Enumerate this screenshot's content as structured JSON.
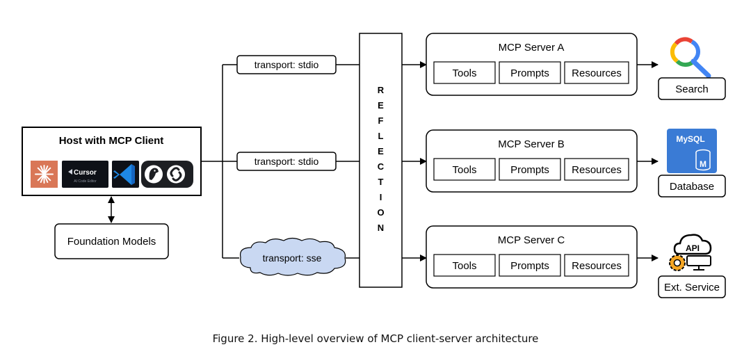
{
  "host": {
    "title": "Host with MCP Client",
    "logos": [
      {
        "name": "claude-logo",
        "color": "#d97757"
      },
      {
        "name": "cursor-logo",
        "label": "Cursor",
        "sublabel": "AI Code Editor",
        "color": "#0e1117"
      },
      {
        "name": "vscode-logo",
        "color": "#1e88e5"
      },
      {
        "name": "link-parrot-logo",
        "color": "#ffffff"
      }
    ]
  },
  "foundation_models": {
    "label": "Foundation Models"
  },
  "transports": [
    {
      "label": "transport: stdio",
      "shape": "box"
    },
    {
      "label": "transport: stdio",
      "shape": "box"
    },
    {
      "label": "transport: sse",
      "shape": "cloud"
    }
  ],
  "reflection": {
    "label": "REFLECTION"
  },
  "servers": [
    {
      "title": "MCP Server A",
      "items": [
        "Tools",
        "Prompts",
        "Resources"
      ]
    },
    {
      "title": "MCP Server B",
      "items": [
        "Tools",
        "Prompts",
        "Resources"
      ]
    },
    {
      "title": "MCP Server C",
      "items": [
        "Tools",
        "Prompts",
        "Resources"
      ]
    }
  ],
  "targets": [
    {
      "label": "Search",
      "icon": "search-icon"
    },
    {
      "label": "Database",
      "icon": "mysql-database-icon",
      "icon_text": "MySQL",
      "icon_subtext": "M",
      "color": "#3a7bd5"
    },
    {
      "label": "Ext. Service",
      "icon": "api-service-icon",
      "icon_text": "API",
      "accent": "#f5a623"
    }
  ],
  "caption": "Figure 2. High-level overview of MCP client-server architecture"
}
